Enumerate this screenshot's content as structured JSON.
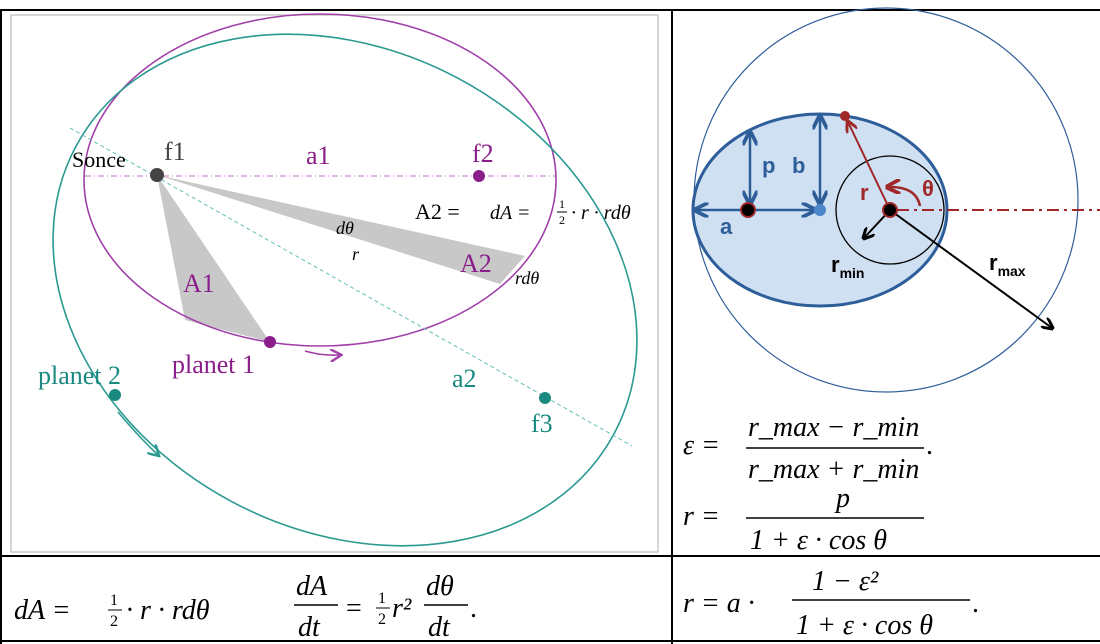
{
  "left_diagram": {
    "sun_label": "Sonce",
    "f1": "f1",
    "f2": "f2",
    "f3": "f3",
    "a1": "a1",
    "a2": "a2",
    "area1": "A1",
    "area2": "A2",
    "dtheta": "dθ",
    "r": "r",
    "rdtheta": "rdθ",
    "area_formula": {
      "lhs": "A2 =",
      "mid": "dA =",
      "num": "1",
      "den": "2",
      "rest": "· r · rdθ"
    },
    "planet1": "planet 1",
    "planet2": "planet 2",
    "colors": {
      "inner_orbit": "#a040a8",
      "outer_orbit": "#2a9a90",
      "area_fill": "#c8c8c8"
    }
  },
  "right_diagram": {
    "p": "p",
    "b": "b",
    "a": "a",
    "r": "r",
    "theta": "θ",
    "rmin": "r",
    "rmin_sub": "min",
    "rmax": "r",
    "rmax_sub": "max",
    "colors": {
      "ellipse": "#2e5e9a",
      "fill": "#cfe0f3",
      "red": "#a02828"
    }
  },
  "formulas": {
    "eccentricity": {
      "lhs": "ε =",
      "num": "r_max − r_min",
      "den": "r_max + r_min",
      "end": "."
    },
    "orbit": {
      "lhs": "r =",
      "num": "p",
      "den": "1 + ε · cos θ"
    },
    "area_element": {
      "lhs": "dA =",
      "num": "1",
      "den": "2",
      "rest": "· r · rdθ"
    },
    "area_rate": {
      "num": "dA",
      "den": "dt",
      "eq": "=",
      "half_num": "1",
      "half_den": "2",
      "r2": "r²",
      "num2": "dθ",
      "den2": "dt",
      "end": "."
    },
    "orbit_a": {
      "lhs": "r = a ·",
      "num": "1 − ε²",
      "den": "1 + ε · cos θ",
      "end": "."
    }
  }
}
